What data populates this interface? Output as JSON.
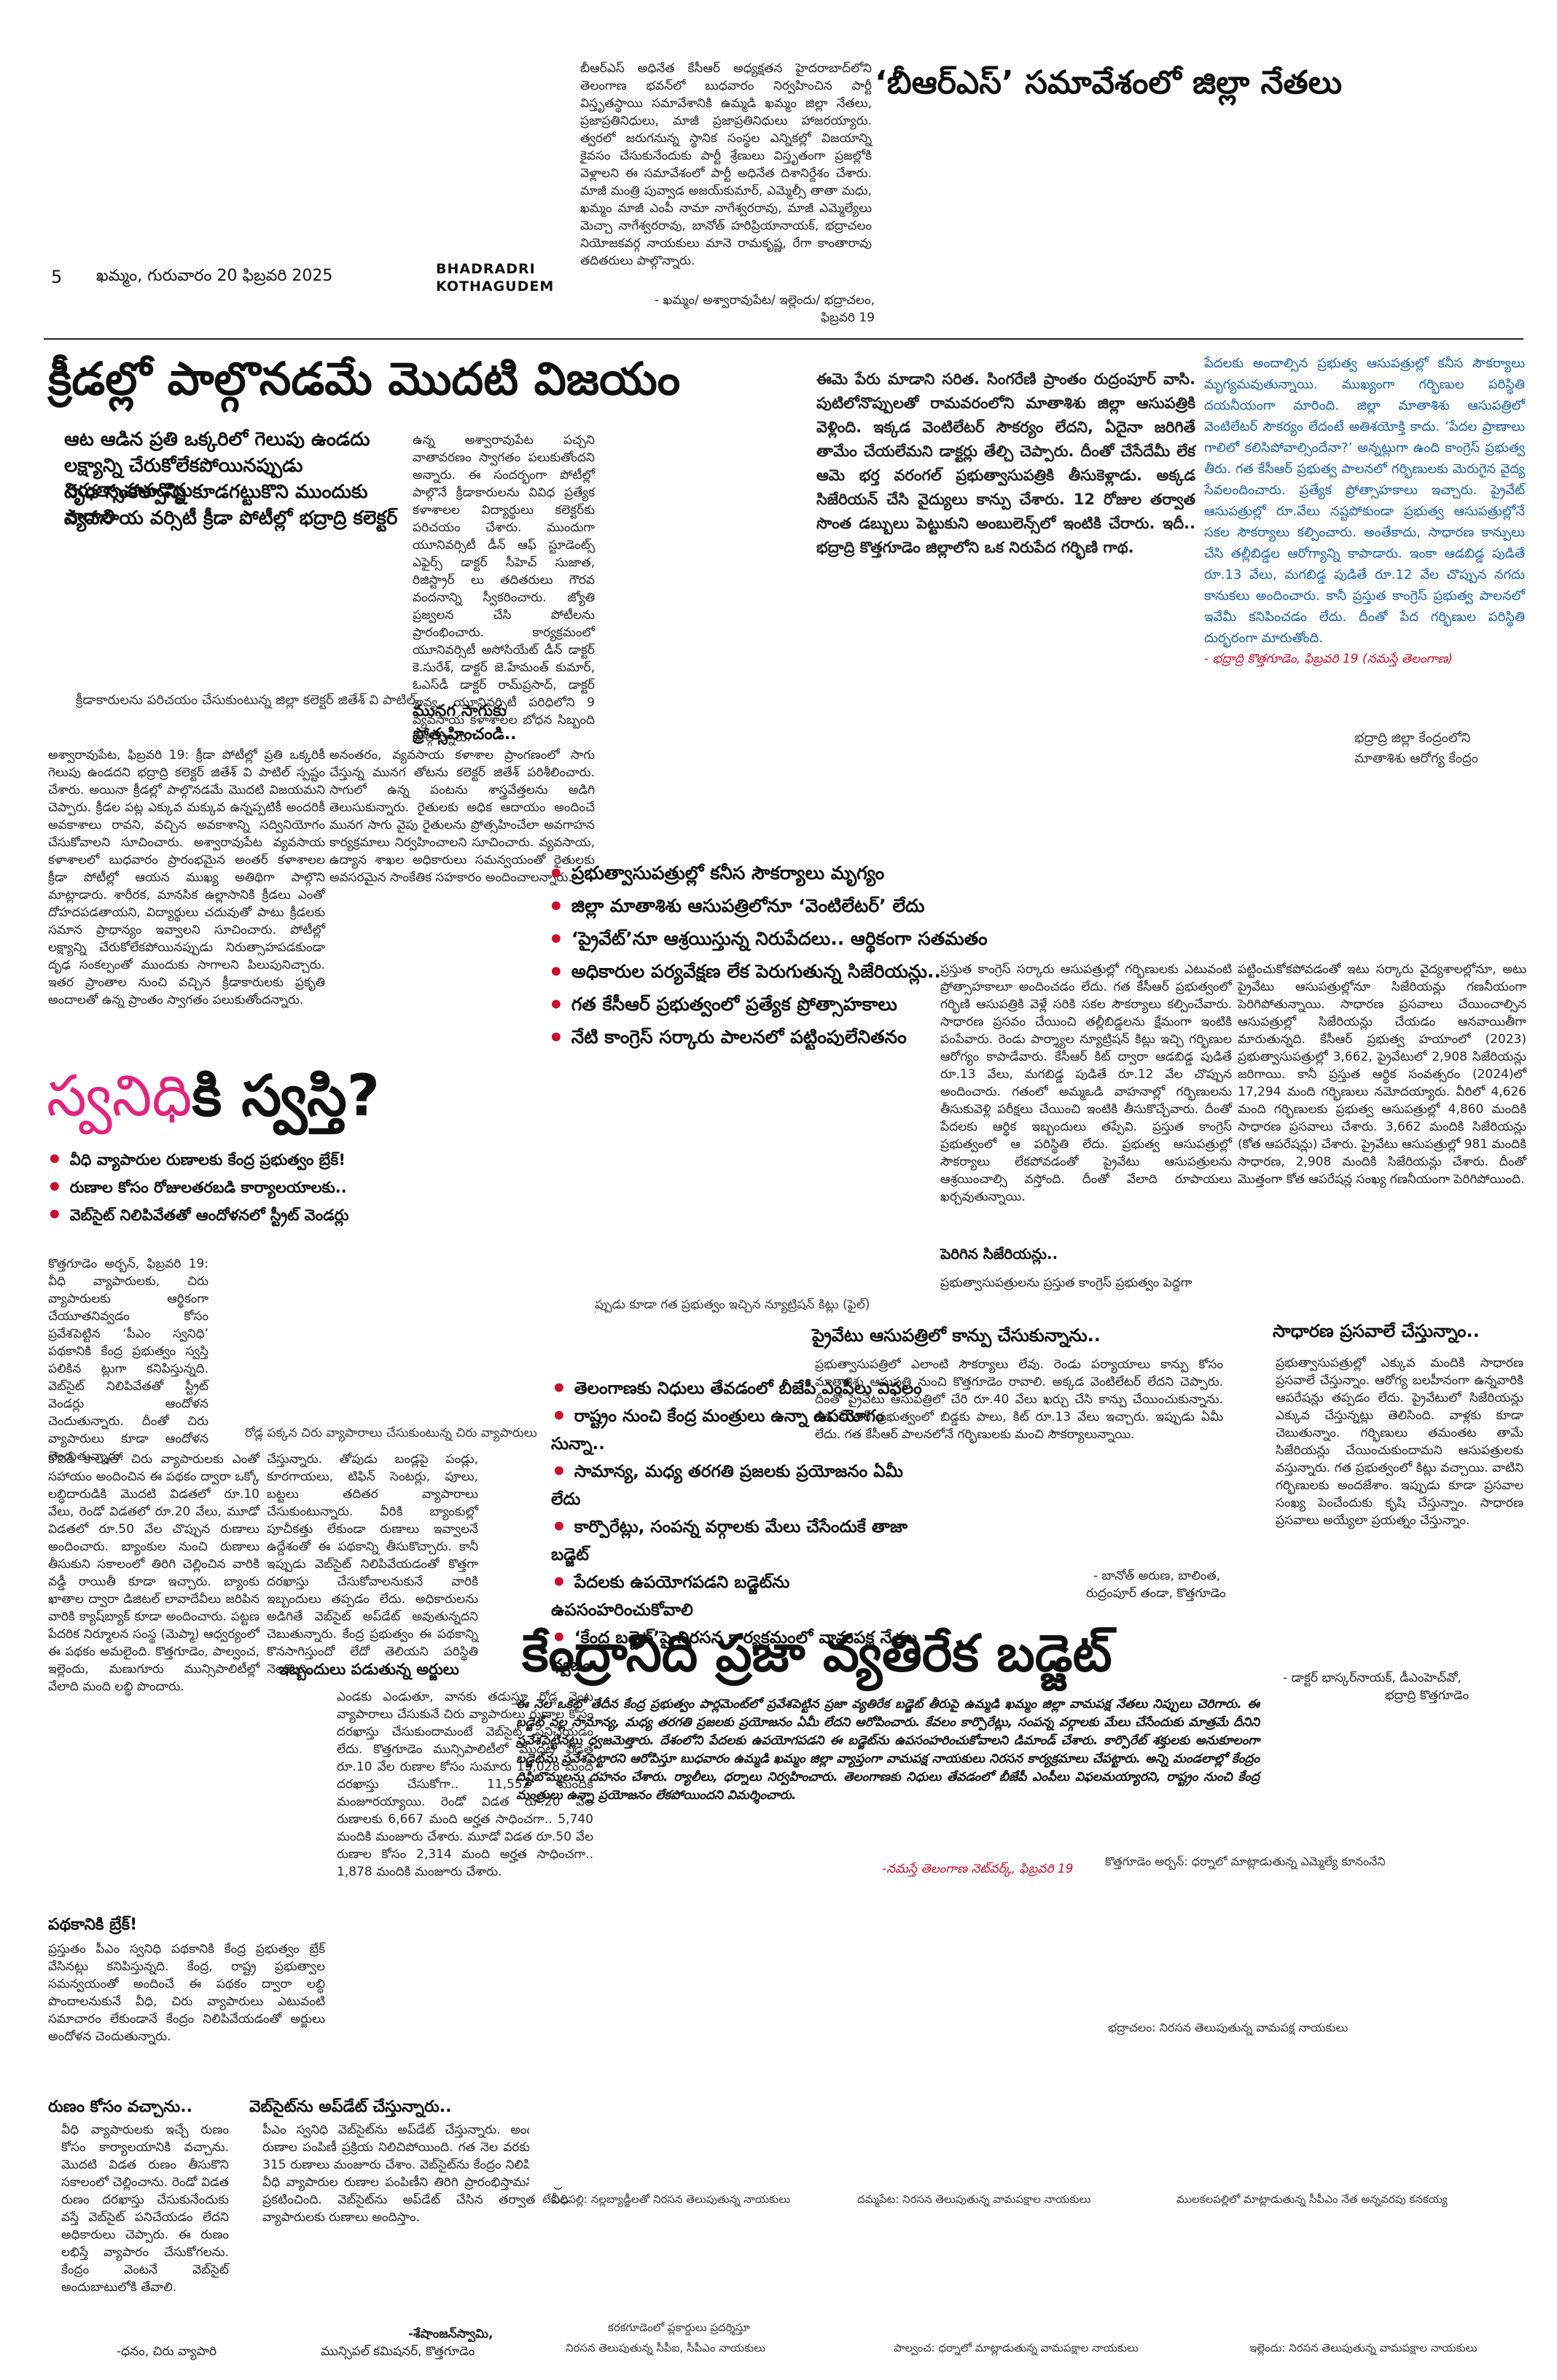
{
  "masthead": {
    "page_no": "5",
    "dateline": "ఖమ్మం, గురువారం 20 ఫిబ్రవరి 2025",
    "district_en_1": "BHADRADRI",
    "district_en_2": "KOTHAGUDEM"
  },
  "brs": {
    "title": "‘బీఆర్‌ఎస్‌’ సమావేశంలో జిల్లా నేతలు",
    "body": "బీఆర్‌ఎస్‌ అధినేత కేసీఆర్‌ అధ్యక్షతన హైదరాబాద్‌లోని తెలంగాణ భవన్‌లో బుధవారం నిర్వహించిన పార్టీ విస్తృతస్థాయి సమావేశానికి ఉమ్మడి ఖమ్మం జిల్లా నేతలు, ప్రజాప్రతినిధులు, మాజీ ప్రజాప్రతినిధులు హాజరయ్యారు. త్వరలో జరుగనున్న స్థానిక సంస్థల ఎన్నికల్లో విజయాన్ని కైవసం చేసుకునేందుకు పార్టీ శ్రేణులు విస్తృతంగా ప్రజల్లోకి వెళ్లాలని ఈ సమావేశంలో పార్టీ అధినేత దిశానిర్దేశం చేశారు. మాజీ మంత్రి పువ్వాడ అజయ్‌కుమార్‌, ఎమ్మెల్సీ తాతా మధు, ఖమ్మం మాజీ ఎంపీ నామా నాగేశ్వరరావు, మాజీ ఎమ్మెల్యేలు మెచ్చా నాగేశ్వరరావు, బానోత్‌ హరిప్రియానాయక్‌, భద్రాచలం నియోజకవర్గ నాయకులు మానె రామకృష్ణ, రేగా కాంతారావు తదితరులు పాల్గొన్నారు.",
    "credit": "- ఖమ్మం/ అశ్వారావుపేట/ ఇల్లెందు/ భద్రాచలం, ఫిబ్రవరి 19"
  },
  "sports": {
    "title": "క్రీడల్లో పాల్గొనడమే మొదటి విజయం",
    "sub1": "ఆట ఆడిన ప్రతి ఒక్కరిలో గెలుపు ఉండదు",
    "sub2": "లక్ష్యాన్ని చేరుకోలేకపోయినప్పుడు నిరుత్సాహపడొద్దు",
    "sub3": "దృఢ సంకల్పాన్ని కూడగట్టుకొని ముందుకు సాగాలి",
    "sub4": "వ్యవసాయ వర్సిటీ క్రీడా పోటీల్లో భద్రాద్రి కలెక్టర్‌",
    "photo_caption": "క్రీడాకారులను పరిచయం చేసుకుంటున్న జిల్లా కలెక్టర్‌ జితేశ్‌ వి పాటిల్‌",
    "body_right": "ఉన్న అశ్వారావుపేట పచ్చని వాతావరణం స్వాగతం పలుకుతోందని అన్నారు. ఈ సందర్భంగా పోటీల్లో పాల్గొనే క్రీడాకారులను వివిధ ప్రత్యేక కళాశాలల విద్యార్థులు కలెక్టర్‌కు పరిచయం చేశారు. ముందుగా యూనివర్సిటీ డీన్‌ ఆఫ్‌ స్టూడెంట్స్‌ ఎఫైర్స్‌ డాక్టర్‌ సీహెచ్‌ సుజాత, రిజిస్ట్రార్‌ లు తదితరులు గౌరవ వందనాన్ని స్వీకరించారు. జ్యోతి ప్రజ్వలన చేసి పోటీలను ప్రారంభించారు. కార్యక్రమంలో యూనివర్సిటీ అసోసియేట్‌ డీన్‌ డాక్టర్‌ కె.సురేశ్‌, డాక్టర్‌ జె.హేమంత్‌ కుమార్‌, ఓఎస్‌డీ డాక్టర్‌ రామ్‌ప్రసాద్‌, డాక్టర్‌ శ్రావ్య, యూనివర్సిటీ పరిధిలోని 9 వ్యవసాయ కళాశాలల బోధన సిబ్బంది పాల్గొన్నారు.",
    "munaga_head": "మునగ సాగుకు ప్రోత్సహించండి..",
    "munaga_body": "అనంతరం, వ్యవసాయ కళాశాల ప్రాంగణంలో సాగు చేస్తున్న మునగ తోటను కలెక్టర్‌ జితేశ్‌ పరిశీలించారు. సాగులో ఉన్న పంటను శాస్త్రవేత్తలను అడిగి తెలుసుకున్నారు. రైతులకు అధిక ఆదాయం అందించే మునగ సాగు వైపు రైతులను ప్రోత్సహించేలా అవగాహన కార్యక్రమాలు నిర్వహించాలని సూచించారు. వ్యవసాయ, ఉద్యాన శాఖల అధికారులు సమన్వయంతో రైతులకు అవసరమైన సాంకేతిక సహకారం అందించాలన్నారు.",
    "body_left": "అశ్వారావుపేట, ఫిబ్రవరి 19: క్రీడా పోటీల్లో ప్రతి ఒక్కరికీ గెలుపు ఉండదని భద్రాద్రి కలెక్టర్‌ జితేశ్‌ వి పాటిల్‌ స్పష్టం చేశారు. అయినా క్రీడల్లో పాల్గొనడమే మొదటి విజయమని చెప్పారు. క్రీడల పట్ల ఎక్కువ మక్కువ ఉన్నప్పటికీ అందరికీ అవకాశాలు రావని, వచ్చిన అవకాశాన్ని సద్వినియోగం చేసుకోవాలని సూచించారు. అశ్వారావుపేట వ్యవసాయ కళాశాలలో బుధవారం ప్రారంభమైన అంతర్‌ కళాశాలల క్రీడా పోటీల్లో ఆయన ముఖ్య అతిథిగా పాల్గొని మాట్లాడారు. శారీరక, మానసిక ఉల్లాసానికి క్రీడలు ఎంతో దోహదపడతాయని, విద్యార్థులు చదువుతో పాటు క్రీడలకు సమాన ప్రాధాన్యం ఇవ్వాలని సూచించారు. పోటీల్లో లక్ష్యాన్ని చేరుకోలేకపోయినప్పుడు నిరుత్సాహపడకుండా దృఢ సంకల్పంతో ముందుకు సాగాలని పిలుపునిచ్చారు. ఇతర ప్రాంతాల నుంచి వచ్చిన క్రీడాకారులకు ప్రకృతి అందాలతో ఉన్న ప్రాంతం స్వాగతం పలుకుతోందన్నారు."
  },
  "pregnant": {
    "intro": "ఈమె పేరు మాడాని సరిత. సింగరేణి ప్రాంతం రుద్రంపూర్‌ వాసి. పుటిలోనొప్పులతో రామవరంలోని మాతాశిశు జిల్లా ఆసుపత్రికి వెళ్లింది. ఇక్కడ వెంటిలేటర్‌ సౌకర్యం లేదని, ఏదైనా జరిగితే తామేం చేయలేమని డాక్టర్లు తేల్చి చెప్పారు. దీంతో చేసేదేమీ లేక ఆమె భర్త వరంగల్‌ ప్రభుత్వాసుపత్రికి తీసుకెళ్లాడు. అక్కడ సిజేరియన్‌ చేసి వైద్యులు కాన్పు చేశారు. 12 రోజుల తర్వాత సొంత డబ్బులు పెట్టుకుని అంబులెన్స్‌లో ఇంటికి చేరారు. ఇదీ.. భద్రాద్రి కొత్తగూడెం జిల్లాలోని ఒక నిరుపేద గర్భిణి గాథ.",
    "blue_box": "పేదలకు అందాల్సిన ప్రభుత్వ ఆసుపత్రుల్లో కనీస సౌకర్యాలు మృగ్యమవుతున్నాయి. ముఖ్యంగా గర్భిణుల పరిస్థితి దయనీయంగా మారింది. జిల్లా మాతాశిశు ఆసుపత్రిలో వెంటిలేటర్‌ సౌకర్యం లేదంటే అతిశయోక్తి కాదు. ‘పేదల ప్రాణాలు గాలిలో కలిసిపోవాల్సిందేనా?’ అన్నట్లుగా ఉంది కాంగ్రెస్‌ ప్రభుత్వ తీరు. గత కేసీఆర్‌ ప్రభుత్వ పాలనలో గర్భిణులకు మెరుగైన వైద్య సేవలందించారు. ప్రత్యేక ప్రోత్సాహకాలు ఇచ్చారు. ప్రైవేట్‌ ఆసుపత్రుల్లో రూ.వేలు నష్టపోకుండా ప్రభుత్వ ఆసుపత్రుల్లోనే సకల సౌకర్యాలు కల్పించారు. అంతేకాదు, సాధారణ కాన్పులు చేసి తల్లీబిడ్డల ఆరోగ్యాన్ని కాపాడారు. ఇంకా ఆడబిడ్డ పుడితే రూ.13 వేలు, మగబిడ్డ పుడితే రూ.12 వేల చొప్పున నగదు కానుకలు అందించారు. కానీ ప్రస్తుత కాంగ్రెస్‌ ప్రభుత్వ పాలనలో ఇవేమీ కనిపించడం లేదు. దీంతో పేద గర్భిణుల పరిస్థితి దుర్భరంగా మారుతోంది.",
    "blue_credit": "- భద్రాద్రి కొత్తగూడెం, ఫిబ్రవరి 19 (నమస్తే తెలంగాణ)",
    "photo_caption_1": "భద్రాద్రి జిల్లా కేంద్రంలోని",
    "photo_caption_2": "మాతాశిశు ఆరోగ్య కేంద్రం",
    "bullets": [
      "ప్రభుత్వాసుపత్రుల్లో కనీస సౌకర్యాలు మృగ్యం",
      "జిల్లా మాతాశిశు ఆసుపత్రిలోనూ ‘వెంటిలేటర్‌’ లేదు",
      "‘ప్రైవేట్‌’నూ ఆశ్రయిస్తున్న నిరుపేదలు.. ఆర్థికంగా సతమతం",
      "అధికారుల పర్యవేక్షణ లేక పెరుగుతున్న సిజేరియన్లు..",
      "గత కేసీఆర్‌ ప్రభుత్వంలో ప్రత్యేక ప్రోత్సాహకాలు",
      "నేటి కాంగ్రెస్‌ సర్కారు పాలనలో పట్టింపులేనితనం"
    ],
    "col1": "ప్రస్తుత కాంగ్రెస్‌ సర్కారు ఆసుపత్రుల్లో గర్భిణులకు ఎటువంటి ప్రోత్సాహకాలూ అందించడం లేదు. గత కేసీఆర్‌ ప్రభుత్వంలో గర్భిణి ఆసుపత్రికి వెళ్లే సరికి సకల సౌకర్యాలు కల్పించేవారు. సాధారణ ప్రసవం చేయించి తల్లీబిడ్డలను క్షేమంగా ఇంటికి పంపేవారు. రెండు పార్శ్యాల న్యూట్రిషన్‌ కిట్లు ఇచ్చి గర్భిణుల ఆరోగ్యం కాపాడేవారు. కేసీఆర్‌ కిట్‌ ద్వారా ఆడబిడ్డ పుడితే రూ.13 వేలు, మగబిడ్డ పుడితే రూ.12 వేల చొప్పున అందించారు. గతంలో అమ్మఒడి వాహనాల్లో గర్భిణులను తీసుకువెళ్లి పరీక్షలు చేయించి ఇంటికి తీసుకొచ్చేవారు. దీంతో పేదలకు ఆర్థిక ఇబ్బందులు తప్పేవి. ప్రస్తుత కాంగ్రెస్‌ ప్రభుత్వంలో ఆ పరిస్థితి లేదు. ప్రభుత్వ ఆసుపత్రుల్లో సౌకర్యాలు లేకపోవడంతో ప్రైవేటు ఆసుపత్రులను ఆశ్రయించాల్సి వస్తోంది. దీంతో వేలాది రూపాయలు ఖర్చవుతున్నాయి.",
    "peruguthunna_head": "పెరిగిన సిజేరియన్లు..",
    "col2": "పట్టించుకోకపోవడంతో ఇటు సర్కారు వైద్యశాలల్లోనూ, అటు ప్రైవేటు ఆసుపత్రుల్లోనూ సిజేరియన్లు గణనీయంగా పెరిగిపోతున్నాయి. సాధారణ ప్రసవాలు చేయించాల్సిన ఆసుపత్రుల్లో సిజేరియన్లు చేయడం ఆనవాయితీగా మారుతున్నది. కేసీఆర్‌ ప్రభుత్వ హయాంలో (2023) ప్రభుత్వాసుపత్రుల్లో 3,662, ప్రైవేటులో 2,908 సిజేరియన్లు జరిగాయి. కానీ ప్రస్తుత ఆర్థిక సంవత్సరం (2024)లో 17,294 మంది గర్భిణులు నమోదయ్యారు. వీరిలో 4,626 మంది గర్భిణులకు ప్రభుత్వ ఆసుపత్రుల్లో 4,860 మందికి సాధారణ ప్రసవాలు చేశారు. 3,662 మందికి సిజేరియన్లు (కోత ఆపరేషన్లు) చేశారు. ప్రైవేటు ఆసుపత్రుల్లో 981 మందికి సాధారణ, 2,908 మందికి సిజేరియన్లు చేశారు. దీంతో మొత్తంగా కోత ఆపరేషన్ల సంఖ్య గణనీయంగా పెరిగిపోయింది.",
    "foot_note": "ప్రభుత్వాసుపత్రులను ప్రస్తుత కాంగ్రెస్‌ ప్రభుత్వం పెద్దగా",
    "kit_caption": "గర్భిణులుగా ఉన్నప్పుడు కూడా గత ప్రభుత్వం ఇచ్చిన న్యూట్రిషన్‌ కిట్లు (ఫైల్‌)",
    "private_head": "ప్రైవేటు ఆసుపత్రిలో కాన్పు చేసుకున్నాను..",
    "private_body": "ప్రభుత్వాసుపత్రిలో ఎలాంటి సౌకర్యాలు లేవు. రెండు పర్యాయాలు కాన్పు కోసం మాతాశిశు ఆసుపత్రి నుంచి కొత్తగూడెం రావాలి. అక్కడ వెంటిలేటర్‌ లేదని చెప్పారు. దీంతో ప్రైవేటు ఆసుపత్రిలో చేరి రూ.40 వేలు ఖర్చు చేసి కాన్పు చేయించుకున్నాను. గత కేసీఆర్‌ ప్రభుత్వంలో బిడ్డకు పాలు, కిట్‌ రూ.13 వేలు ఇచ్చారు. ఇప్పుడు ఏమీ లేదు. గత కేసీఆర్‌ పాలనలోనే గర్భిణులకు మంచి సౌకర్యాలున్నాయి.",
    "private_credit_1": "- బానోత్‌ అరుణ, బాలింత,",
    "private_credit_2": "రుద్రంపూర్‌ తండా, కొత్తగూడెం",
    "saadharana_head": "సాధారణ ప్రసవాలే చేస్తున్నాం..",
    "saadharana_body": "ప్రభుత్వాసుపత్రుల్లో ఎక్కువ మందికి సాధారణ ప్రసవాలే చేస్తున్నాం. ఆరోగ్య బలహీనంగా ఉన్నవారికి ఆపరేషన్లు తప్పడం లేదు. ప్రైవేటులో సిజేరియన్లు ఎక్కువ చేస్తున్నట్లు తెలిసింది. వాళ్లకు కూడా చెబుతున్నాం. గర్భిణులు తమంతట తామే సిజేరియన్లు చేయించుకుందామని ఆసుపత్రులకు వస్తున్నారు. గత ప్రభుత్వంలో కిట్లు వచ్చాయి. వాటిని గర్భిణులకు అందజేశాం. ఇప్పుడు కూడా ప్రసవాల సంఖ్య పెంచేందుకు కృషి చేస్తున్నాం. సాధారణ ప్రసవాలు అయ్యేలా ప్రయత్నం చేస్తున్నాం.",
    "saadharana_credit_1": "- డాక్టర్‌ భాస్కర్‌నాయక్‌, డీఎంహెచ్‌వో,",
    "saadharana_credit_2": "భద్రాద్రి కొత్తగూడెం"
  },
  "svanidhi": {
    "title_a": "స్వనిధి",
    "title_b": "కి స్వస్తి?",
    "bullets": [
      "వీధి వ్యాపారుల రుణాలకు కేంద్ర ప్రభుత్వం బ్రేక్‌!",
      "రుణాల కోసం రోజులతరబడి కార్యాలయాలకు..",
      "వెబ్‌సైట్‌ నిలిపివేతతో ఆందోళనలో స్ట్రీట్‌ వెండర్లు"
    ],
    "intro": "కొత్తగూడెం అర్బన్‌, ఫిబ్రవరి 19: వీధి వ్యాపారులకు, చిరు వ్యాపారులకు ఆర్థికంగా చేయూతనివ్వడం కోసం ప్రవేశపెట్టిన ‘పీఎం స్వనిధి’ పథకానికి కేంద్ర ప్రభుత్వం స్వస్తి పలికిన ట్లుగా కనిపిస్తున్నది. వెబ్‌సైట్‌ నిలిపివేతతో స్ట్రీట్‌ వెండర్లు ఆందోళన చెందుతున్నారు. దీంతో చిరు వ్యాపారులు కూడా ఆందోళన చెందుతున్నారు.",
    "photo_caption": "రోడ్ల పక్కన చిరు వ్యాపారాలు చేసుకుంటున్న చిరు వ్యాపారులు",
    "col_left": "కోవిడ్‌ కాలంలో చిరు వ్యాపారులకు ఎంతో సహాయం అందించిన ఈ పథకం ద్వారా ఒక్కో లబ్ధిదారుడికి మొదటి విడతలో రూ.10 వేలు, రెండో విడతలో రూ.20 వేలు, మూడో విడతలో రూ.50 వేల చొప్పున రుణాలు అందించారు. బ్యాంకుల నుంచి రుణాలు తీసుకుని సకాలంలో తిరిగి చెల్లించిన వారికి వడ్డీ రాయితీ కూడా ఇచ్చారు. బ్యాంకు ఖాతాల ద్వారా డిజిటల్‌ లావాదేవీలు జరిపిన వారికి క్యాష్‌బ్యాక్‌ కూడా అందించారు. పట్టణ పేదరిక నిర్మూలన సంస్థ (మెప్మా) ఆధ్వర్యంలో ఈ పథకం అమలైంది. కొత్తగూడెం, పాల్వంచ, ఇల్లెందు, మణుగూరు మున్సిపాలిటీల్లో వేలాది మంది లబ్ధి పొందారు.",
    "col_mid": "చేస్తున్నారు. తోపుడు బండ్లపై పండ్లు, కూరగాయలు, టిఫిన్‌ సెంటర్లు, పూలు, బట్టలు తదితర వ్యాపారాలు చేసుకుంటున్నారు. వీరికి బ్యాంకుల్లో పూచీకత్తు లేకుండా రుణాలు ఇవ్వాలనే ఉద్దేశంతో ఈ పథకాన్ని తీసుకొచ్చారు. కానీ ఇప్పుడు వెబ్‌సైట్‌ నిలిపివేయడంతో కొత్తగా దరఖాస్తు చేసుకోవాలనుకునే వారికి ఇబ్బందులు తప్పడం లేదు. అధికారులను అడిగితే వెబ్‌సైట్‌ అప్‌డేట్‌ అవుతున్నదని చెబుతున్నారు. కేంద్ర ప్రభుత్వం ఈ పథకాన్ని కొనసాగిస్తుందో లేదో తెలియని పరిస్థితి నెలకొంది.",
    "ibbandulu_head": "ఇబ్బందులు పడుతున్న అర్జులు",
    "ibbandulu_body": "ఎండకు ఎండుతూ, వానకు తడుస్తూ రోడ్ల వెంట వ్యాపారాలు చేసుకునే చిరు వ్యాపారులు రుణాల కోసం దరఖాస్తు చేసుకుందామంటే వెబ్‌సైట్‌ పనిచేయడం లేదు. కొత్తగూడెం మున్సిపాలిటీలో మొదటి విడత రూ.10 వేల రుణాల కోసం సుమారు 15,028 మంది దరఖాస్తు చేసుకోగా.. 11,552 మందికి మంజూరయ్యాయి. రెండో విడత రూ.20 వేల రుణాలకు 6,667 మంది అర్హత సాధించగా.. 5,740 మందికి మంజూరు చేశారు. మూడో విడత రూ.50 వేల రుణాల కోసం 2,314 మంది అర్హత సాధించగా.. 1,878 మందికి మంజూరు చేశారు.",
    "break_head": "పథకానికి బ్రేక్‌!",
    "break_body": "ప్రస్తుతం పీఎం స్వనిధి పథకానికి కేంద్ర ప్రభుత్వం బ్రేక్‌ వేసినట్లు కనిపిస్తున్నది. కేంద్ర, రాష్ట్ర ప్రభుత్వాల సమన్వయంతో అందించే ఈ పథకం ద్వారా లబ్ధి పొందాలనుకునే వీధి, చిరు వ్యాపారులు ఎటువంటి సమాచారం లేకుండానే కేంద్రం నిలిపివేయడంతో అర్జులు అందోళన చెందుతున్నారు.",
    "runam_head": "రుణం కోసం వచ్చాను..",
    "runam_body": "వీధి వ్యాపారులకు ఇచ్చే రుణం కోసం కార్యాలయానికి వచ్చాను. మొదటి విడత రుణం తీసుకొని సకాలంలో చెల్లించాను. రెండో విడత రుణం దరఖాస్తు చేసుకునేందుకు వస్తే వెబ్‌సైట్‌ పనిచేయడం లేదని అధికారులు చెప్పారు. ఈ రుణం లభిస్తే వ్యాపారం చేసుకోగలను. కేంద్రం వెంటనే వెబ్‌సైట్‌ అందుబాటులోకి తేవాలి.",
    "runam_credit": "-ధనం, చిరు వ్యాపారి",
    "website_head": "వెబ్‌సైట్‌ను అప్‌డేట్‌ చేస్తున్నారు..",
    "website_body": "పీఎం స్వనిధి వెబ్‌సైట్‌ను అప్‌డేట్‌ చేస్తున్నారు. అందుకే ఈ రుణాల పంపిణీ ప్రక్రియ నిలిచిపోయింది. గత నెల వరకు మొత్తం 315 రుణాలు మంజూరు చేశాం. వెబ్‌సైట్‌ను కేంద్రం నిలిపివేసింది. వీధి వ్యాపారుల రుణాల పంపిణీని తిరిగి ప్రారంభిస్తామని కేంద్రం ప్రకటించింది. వెబ్‌సైట్‌ను అప్‌డేట్‌ చేసిన తర్వాత వీధి వ్యాపారులకు రుణాలు అందిస్తాం.",
    "website_credit_1": "-శేషాంజన్‌స్వామి,",
    "website_credit_2": "మున్సిపల్‌ కమిషనర్‌, కొత్తగూడెం"
  },
  "budget": {
    "bullets": [
      "తెలంగాణకు నిధులు తేవడంలో బీజేపీ ఎంపీలు విఫలం",
      "రాష్ట్రం నుంచి కేంద్ర మంత్రులు ఉన్నా ఉపయోగం సున్నా..",
      "సామాన్య, మధ్య తరగతి ప్రజలకు ప్రయోజనం ఏమీ లేదు",
      "కార్పొరేట్లు, సంపన్న వర్గాలకు మేలు చేసేందుకే తాజా బడ్జెట్‌",
      "పేదలకు ఉపయోగపడని బడ్జెట్‌ను ఉపసంహరించుకోవాలి",
      "‘కేంద్ర బడ్జెట్‌’పై నిరసన కార్యక్రమంలో వామపక్ష నేతల ధ్వజం"
    ],
    "title": "కేంద్రానిది ప్రజా వ్యతిరేక బడ్జెట్‌",
    "body": "ఈ నెల ఒకటో తేదీన కేంద్ర ప్రభుత్వం పార్లమెంట్‌లో ప్రవేశపెట్టిన ప్రజా వ్యతిరేక బడ్జెట్‌ తీరుపై ఉమ్మడి ఖమ్మం జిల్లా వామపక్ష నేతలు నిప్పులు చెరిగారు. ఈ బడ్జెట్‌ వల్ల సామాన్య, మధ్య తరగతి ప్రజలకు ప్రయోజనం ఏమీ లేదని ఆరోపించారు. కేవలం కార్పొరేట్లు, సంపన్న వర్గాలకు మేలు చేసేందుకు మాత్రమే దీనిని ప్రవేశపెట్టినట్లు ధ్వజమెత్తారు. దేశంలోని పేదలకు ఉపయోగపడని ఈ బడ్జెట్‌ను ఉపసంహరించుకోవాలని డిమాండ్‌ చేశారు. కార్పొరేట్‌ శక్తులకు అనుకూలంగా బడ్జెట్‌ను ప్రవేశపెట్టారని ఆరోపిస్తూ బుధవారం ఉమ్మడి ఖమ్మం జిల్లా వ్యాప్తంగా వామపక్ష నాయకులు నిరసన కార్యక్రమాలు చేపట్టారు. అన్ని మండలాల్లో కేంద్రం దిష్టిబొమ్మలను దహనం చేశారు. ర్యాలీలు, ధర్నాలు నిర్వహించారు. తెలంగాణకు నిధులు తేవడంలో బీజేపీ ఎంపీలు విఫలమయ్యారని, రాష్ట్రం నుంచి కేంద్ర మంత్రులు ఉన్నా ప్రయోజనం లేకపోయిందని విమర్శించారు.",
    "credit": "-నమస్తే తెలంగాణ నెట్‌వర్క్‌, ఫిబ్రవరి 19",
    "cap_kothagudem": "కొత్తగూడెం అర్బన్‌: ధర్నాలో మాట్లాడుతున్న ఎమ్మెల్యే కూనంనేని",
    "cap_bhadrachalam": "భద్రాచలం: నిరసన తెలుపుతున్న వామపక్ష నాయకులు",
    "cap_tekulapalli": "టేకులపల్లి: నల్లబ్యాడ్జీలతో నిరసన తెలుపుతున్న నాయకులు",
    "cap_dammapeta": "దమ్మపేట: నిరసన తెలుపుతున్న వామపక్షాల నాయకులు",
    "cap_mulakalapalli": "ములకలపల్లిలో మాట్లాడుతున్న సీపీఎం నేత అన్నవరపు కనకయ్య",
    "cap_karakagudem_1": "కరకగూడెంలో ప్లకార్డులు ప్రదర్శిస్తూ",
    "cap_karakagudem_2": "నిరసన తెలుపుతున్న సీపీఐ, సీపీఎం నాయకులు",
    "cap_palvancha": "పాల్వంచ: ధర్నాలో మాట్లాడుతున్న వామపక్షాల నాయకులు",
    "cap_yellandu": "ఇల్లెందు: నిరసన తెలుపుతున్న వామపక్షాల నాయకులు"
  }
}
